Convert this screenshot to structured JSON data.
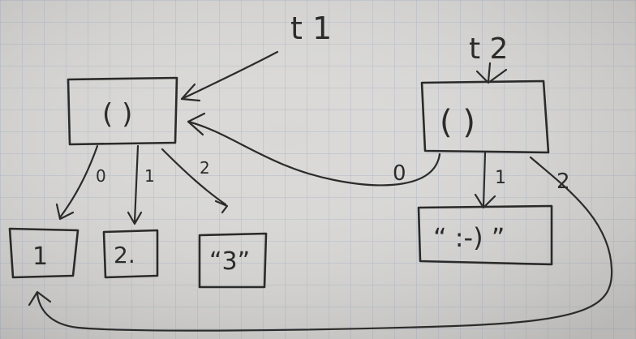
{
  "labels": {
    "t1": "t 1",
    "t2": "t 2"
  },
  "boxes": {
    "tuple1": "( )",
    "tuple2": "(   )",
    "val1": "1",
    "val2": "2.",
    "val3": "“3”",
    "smiley": "“ :-) ”"
  },
  "edges": {
    "t1_0": "0",
    "t1_1": "1",
    "t1_2": "2",
    "t2_0": "0",
    "t2_1": "1",
    "t2_2": "2"
  },
  "colors": {
    "paper": "#d9d8d6",
    "grid": "#aeb7c6",
    "ink": "#2b2b2b"
  }
}
